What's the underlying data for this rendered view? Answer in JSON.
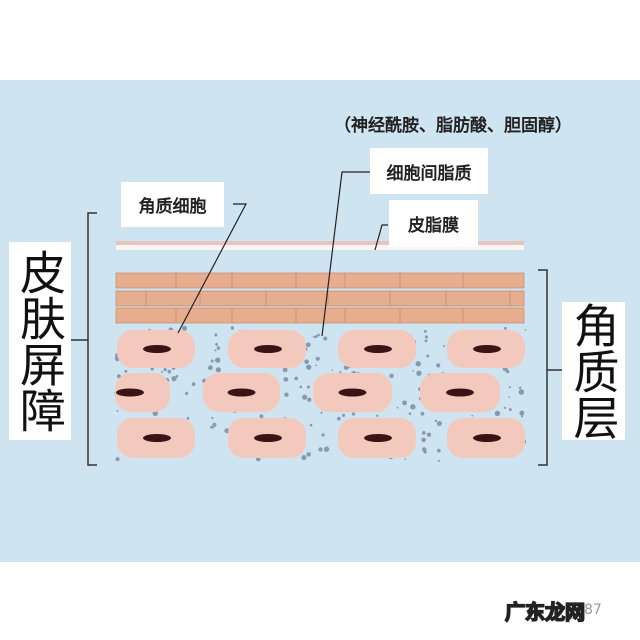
{
  "labels": {
    "skin_barrier": "皮肤屏障",
    "stratum_corneum": "角质层",
    "corneocyte": "角质细胞",
    "intercellular_lipid": "细胞间脂质",
    "sebum_film": "皮脂膜",
    "lipid_components": "（神经酰胺、脂肪酸、胆固醇）"
  },
  "watermark": {
    "text": "广东龙网",
    "suffix": "87"
  },
  "colors": {
    "background": "#cfe4f1",
    "cell": "#f4c9bd",
    "nucleus": "#3a1414",
    "brick": "#e6ad8f",
    "lipid_dot": "#8a9aae"
  }
}
